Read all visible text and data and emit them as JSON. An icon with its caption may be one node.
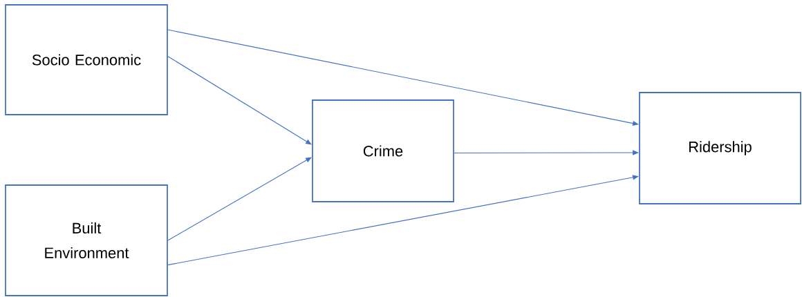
{
  "diagram": {
    "nodes": [
      {
        "text": [
          "Socio Economic"
        ]
      },
      {
        "text": [
          "Built Environment"
        ]
      },
      {
        "text": [
          "Crime"
        ]
      },
      {
        "text": [
          "Ridership"
        ]
      }
    ],
    "edges": [
      {
        "from": 0,
        "to": 3,
        "arrow": "to"
      },
      {
        "from": 0,
        "to": 2,
        "arrow": "to"
      },
      {
        "from": 1,
        "to": 2,
        "arrow": "to"
      },
      {
        "from": 2,
        "to": 3,
        "arrow": "to"
      },
      {
        "from": 1,
        "to": 3,
        "arrow": "to"
      }
    ]
  }
}
